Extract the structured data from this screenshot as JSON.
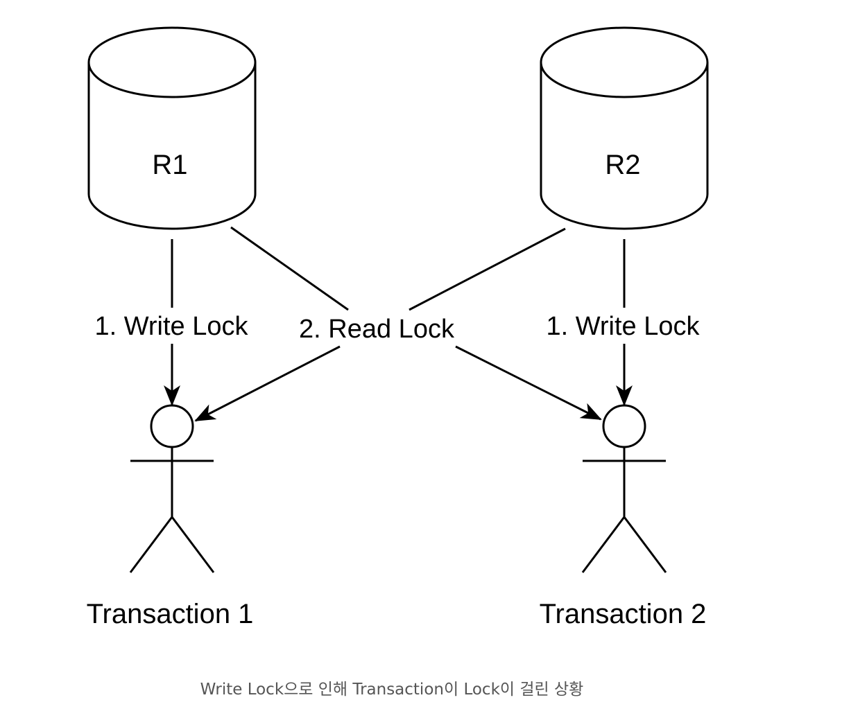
{
  "diagram": {
    "resources": [
      {
        "id": "r1",
        "label": "R1"
      },
      {
        "id": "r2",
        "label": "R2"
      }
    ],
    "actors": [
      {
        "id": "t1",
        "label": "Transaction 1"
      },
      {
        "id": "t2",
        "label": "Transaction 2"
      }
    ],
    "edges": [
      {
        "from": "R1",
        "to": "Transaction 1",
        "label": "1. Write Lock"
      },
      {
        "from": "R2",
        "to": "Transaction 2",
        "label": "1. Write Lock"
      },
      {
        "from": "R1/R2",
        "to": "Transaction 1/Transaction 2",
        "label": "2. Read Lock"
      }
    ]
  },
  "caption": "Write Lock으로 인해 Transaction이 Lock이 걸린 상황",
  "colors": {
    "stroke": "#000000",
    "caption": "#555555",
    "background": "#ffffff"
  }
}
